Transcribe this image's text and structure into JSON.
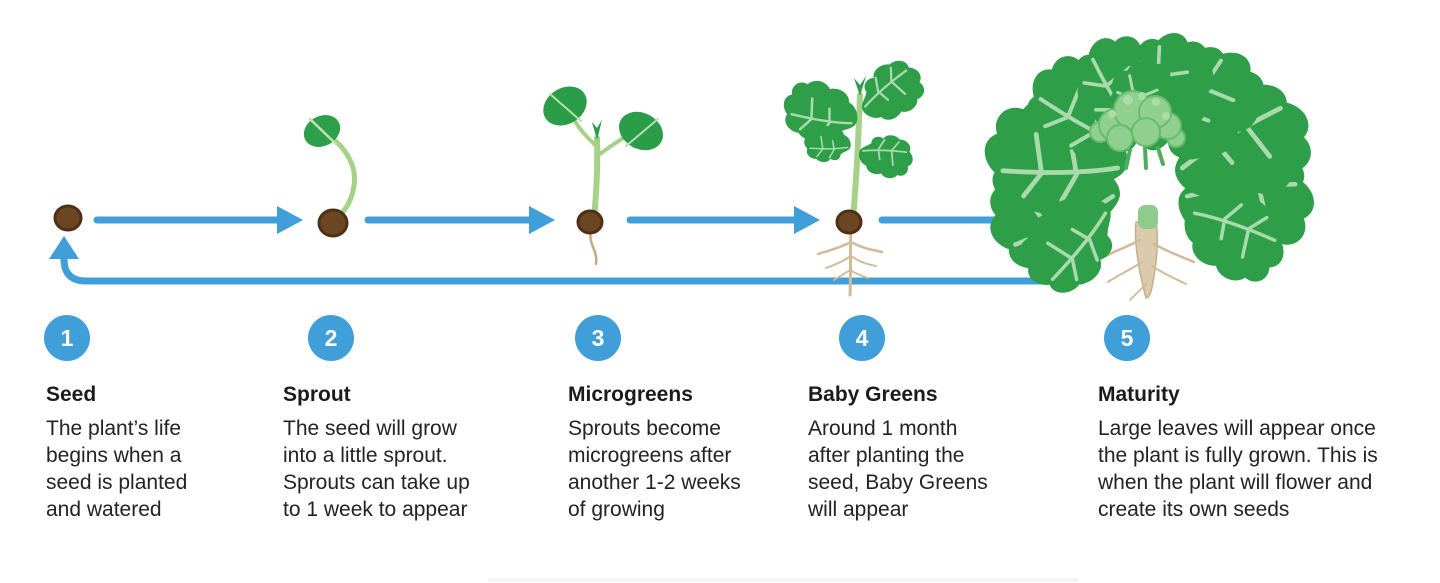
{
  "diagram": {
    "name": "plant-growth-lifecycle",
    "steps": [
      {
        "number": "1",
        "title": "Seed",
        "description": "The plant’s life begins when a seed is planted and watered",
        "illustration": "seed-icon"
      },
      {
        "number": "2",
        "title": "Sprout",
        "description": "The seed will grow into a little sprout. Sprouts can take up to 1 week to appear",
        "illustration": "sprout-icon"
      },
      {
        "number": "3",
        "title": "Microgreens",
        "description": "Sprouts become microgreens after another 1-2 weeks of growing",
        "illustration": "microgreens-icon"
      },
      {
        "number": "4",
        "title": "Baby Greens",
        "description": "Around 1 month after planting the seed, Baby Greens will appear",
        "illustration": "baby-greens-icon"
      },
      {
        "number": "5",
        "title": "Maturity",
        "description": "Large leaves will appear once the plant is fully grown. This is when the plant will flower and create its own seeds",
        "illustration": "mature-plant-icon"
      }
    ],
    "colors": {
      "accent_blue": "#409ED9",
      "badge_text": "#ffffff",
      "text": "#232323",
      "seed_brown": "#6C4523",
      "stem_green": "#A5D288",
      "leaf_green": "#2E9E49",
      "broccoli_green": "#8FD08F",
      "root_tan": "#D2BB98"
    }
  }
}
